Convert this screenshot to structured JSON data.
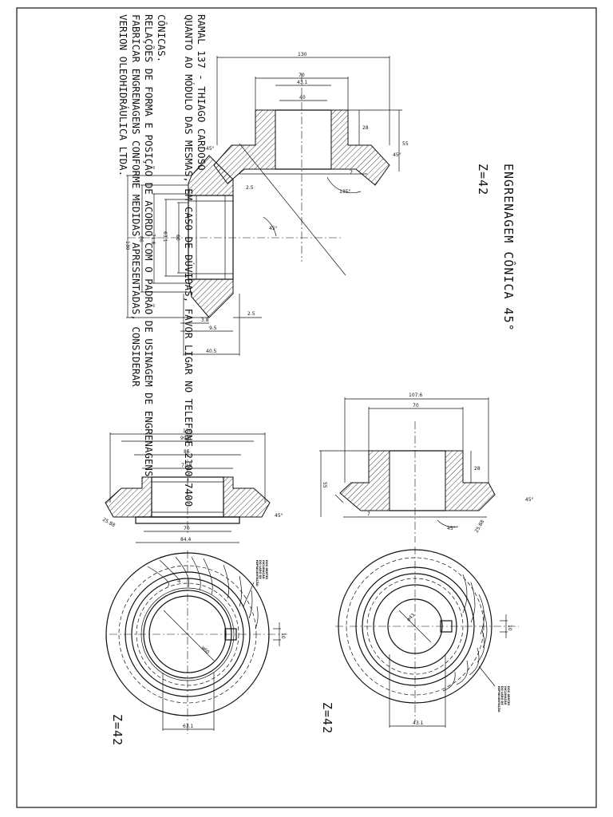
{
  "title": "ENGRENAGEM CÔNICA 45°",
  "z_top": "Z=42",
  "z_left": "Z=42",
  "z_right": "Z=42",
  "notes": [
    "VERION OLEOHIDRÁULICA LTDA.",
    "FABRICAR ENGRENAGENS CONFORME MEDIDAS APRESENTADAS, CONSIDERAR",
    "RELAÇÕES DE FORMA E POSIÇÃO DE ACORDO COM O PADRÃO DE USINAGEM DE ENGRENAGENS",
    "CÔNICAS.",
    "QUANTO AO MÓDULO DAS MESMAS, EM CASO DE DÚVIDAS, FAVOR LIGAR NO TELEFONE 2100-7400",
    "RAMAL 137 - THIAGO CARDOSO"
  ],
  "dims_assembly": {
    "d130": "130",
    "d70": "70",
    "d43_1": "43.1",
    "d40": "40",
    "d28": "28",
    "d55": "55",
    "a45": "45°",
    "a45b": "45°",
    "a45c": "45°",
    "a135": "135°",
    "d7": "7",
    "d2_5a": "2.5",
    "d130v": "130",
    "d86": "86",
    "d71_8": "71.8",
    "d63_1": "63.1",
    "d60": "60",
    "d2_5b": "2.5",
    "d3_8": "3.8",
    "d9_5": "9.5",
    "d40_5": "40.5"
  },
  "dims_left": {
    "d130": "130",
    "d99_6": "99.6",
    "d86": "86",
    "d71_8": "71.8",
    "d25_88": "25.88",
    "d70": "70",
    "d84_4": "84.4",
    "a45": "45°"
  },
  "dims_right": {
    "d107_6": "107.6",
    "d70": "70",
    "d28": "28",
    "d55": "55",
    "d7": "7",
    "d25_88": "25.88",
    "a45": "45°",
    "a45b": "45°"
  },
  "dims_front_left": {
    "d10": "10",
    "d60": "ø60",
    "d63_1": "63.1"
  },
  "dims_front_right": {
    "d10": "10",
    "d43": "ø43",
    "d43_1": "43.1"
  },
  "label_teeth": [
    "REPRESENTAÇÃO",
    "DO LADO DE",
    "INCLINAÇÃO",
    "DOS DENTES"
  ]
}
